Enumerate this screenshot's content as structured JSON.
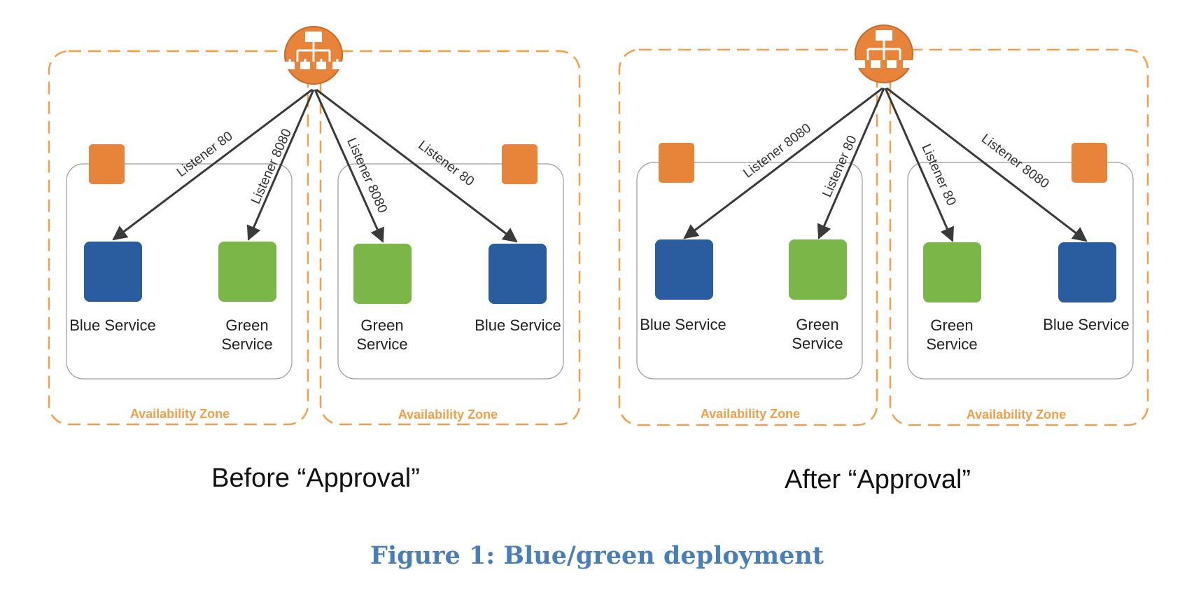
{
  "colors": {
    "orange": "#E8833A",
    "az_border": "#F0A04B",
    "blue": "#2A5D9F",
    "green": "#7AB648",
    "arrow": "#3a3a3a",
    "caption": "#4A7EBB"
  },
  "icons": {
    "load_balancer": "load-balancer-icon",
    "instance": "instance-icon"
  },
  "diagram": {
    "panels": [
      {
        "title": "Before “Approval”",
        "zones": [
          {
            "label": "Availability Zone",
            "services": [
              {
                "name": "Blue Service",
                "color": "blue"
              },
              {
                "name_lines": [
                  "Green",
                  "Service"
                ],
                "color": "green"
              }
            ]
          },
          {
            "label": "Availability Zone",
            "services": [
              {
                "name_lines": [
                  "Green",
                  "Service"
                ],
                "color": "green"
              },
              {
                "name": "Blue Service",
                "color": "blue"
              }
            ]
          }
        ],
        "listeners": [
          "Listener 80",
          "Listener 8080",
          "Listener 8080",
          "Listener 80"
        ]
      },
      {
        "title": "After “Approval”",
        "zones": [
          {
            "label": "Availability Zone",
            "services": [
              {
                "name": "Blue Service",
                "color": "blue"
              },
              {
                "name_lines": [
                  "Green",
                  "Service"
                ],
                "color": "green"
              }
            ]
          },
          {
            "label": "Availability Zone",
            "services": [
              {
                "name_lines": [
                  "Green",
                  "Service"
                ],
                "color": "green"
              },
              {
                "name": "Blue Service",
                "color": "blue"
              }
            ]
          }
        ],
        "listeners": [
          "Listener 8080",
          "Listener 80",
          "Listener 80",
          "Listener 8080"
        ]
      }
    ]
  },
  "caption": "Figure 1: Blue/green deployment"
}
